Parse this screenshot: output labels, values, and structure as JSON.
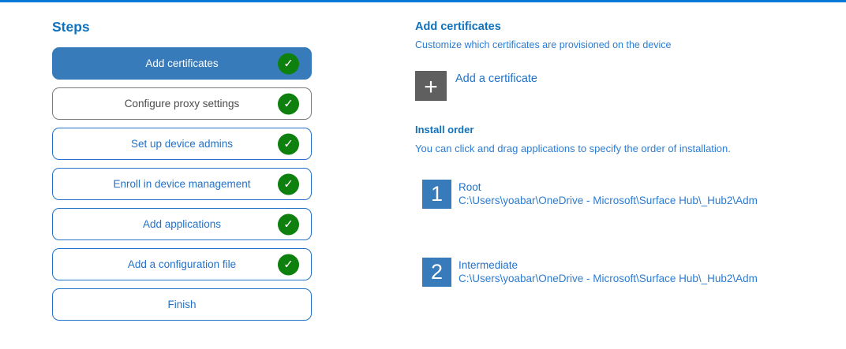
{
  "colors": {
    "accent_bar": "#0078d7",
    "selected_step_bg": "#377bba",
    "step_border_blue": "#2272c8",
    "step_border_gray": "#7a7a7a",
    "check_green": "#0e800e",
    "plus_square_gray": "#5f5f5f",
    "heading_blue": "#1071bc",
    "body_blue": "#2b7cd3"
  },
  "icons": {
    "check_glyph": "✓",
    "plus_glyph": "+"
  },
  "steps_panel": {
    "title": "Steps",
    "items": [
      {
        "label": "Add certificates",
        "state": "selected",
        "checked": true
      },
      {
        "label": "Configure proxy settings",
        "state": "gray",
        "checked": true
      },
      {
        "label": "Set up device admins",
        "state": "blue",
        "checked": true
      },
      {
        "label": "Enroll in device management",
        "state": "blue",
        "checked": true
      },
      {
        "label": "Add applications",
        "state": "blue",
        "checked": true
      },
      {
        "label": "Add a configuration file",
        "state": "blue",
        "checked": true
      },
      {
        "label": "Finish",
        "state": "blue",
        "checked": false
      }
    ]
  },
  "main": {
    "heading": "Add certificates",
    "description": "Customize which certificates are provisioned on the device",
    "add_certificate_label": "Add a certificate",
    "install_order": {
      "heading": "Install order",
      "description": "You can click and drag applications to specify the order of installation.",
      "items": [
        {
          "number": "1",
          "name": "Root",
          "path": "C:\\Users\\yoabar\\OneDrive - Microsoft\\Surface Hub\\_Hub2\\Adm"
        },
        {
          "number": "2",
          "name": "Intermediate",
          "path": "C:\\Users\\yoabar\\OneDrive - Microsoft\\Surface Hub\\_Hub2\\Adm"
        }
      ]
    }
  }
}
